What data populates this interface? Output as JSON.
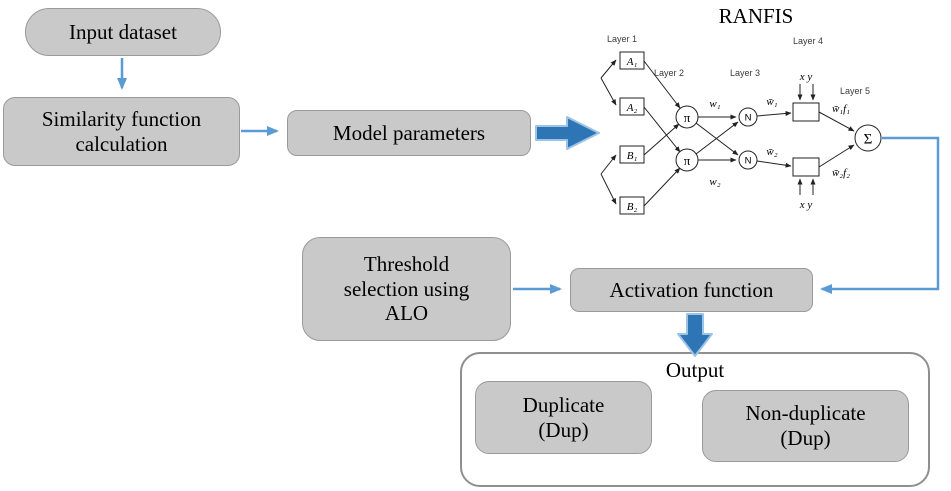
{
  "colors": {
    "box_fill": "#c9c9c9",
    "box_border": "#9a9a9a",
    "arrow_blue": "#5b9bd5",
    "block_arrow_fill": "#2e75b6",
    "block_arrow_edge": "#9dc3e6",
    "network_line": "#222222"
  },
  "diagram": {
    "ranfis_title": "RANFIS",
    "input_dataset": "Input dataset",
    "similarity": [
      "Similarity function",
      "calculation"
    ],
    "model_parameters": "Model parameters",
    "threshold": [
      "Threshold",
      "selection using",
      "ALO"
    ],
    "activation": "Activation function",
    "output": {
      "title": "Output",
      "duplicate": [
        "Duplicate",
        "(Dup)"
      ],
      "non_duplicate": [
        "Non-duplicate",
        "(Dup)"
      ]
    }
  },
  "network": {
    "layer_labels": [
      "Layer 1",
      "Layer 2",
      "Layer 3",
      "Layer 4",
      "Layer 5"
    ],
    "input_nodes": [
      "A₁",
      "A₂",
      "B₁",
      "B₂"
    ],
    "pi_symbol": "π",
    "norm_symbol": "N",
    "weights": {
      "w1": "w₁",
      "w2": "w₂",
      "wbar1": "w̄₁",
      "wbar2": "w̄₂"
    },
    "rule_outputs": {
      "wf1": "w̄₁f₁",
      "wf2": "w̄₂f₂"
    },
    "xy_label": "x y",
    "sum_symbol": "Σ"
  }
}
